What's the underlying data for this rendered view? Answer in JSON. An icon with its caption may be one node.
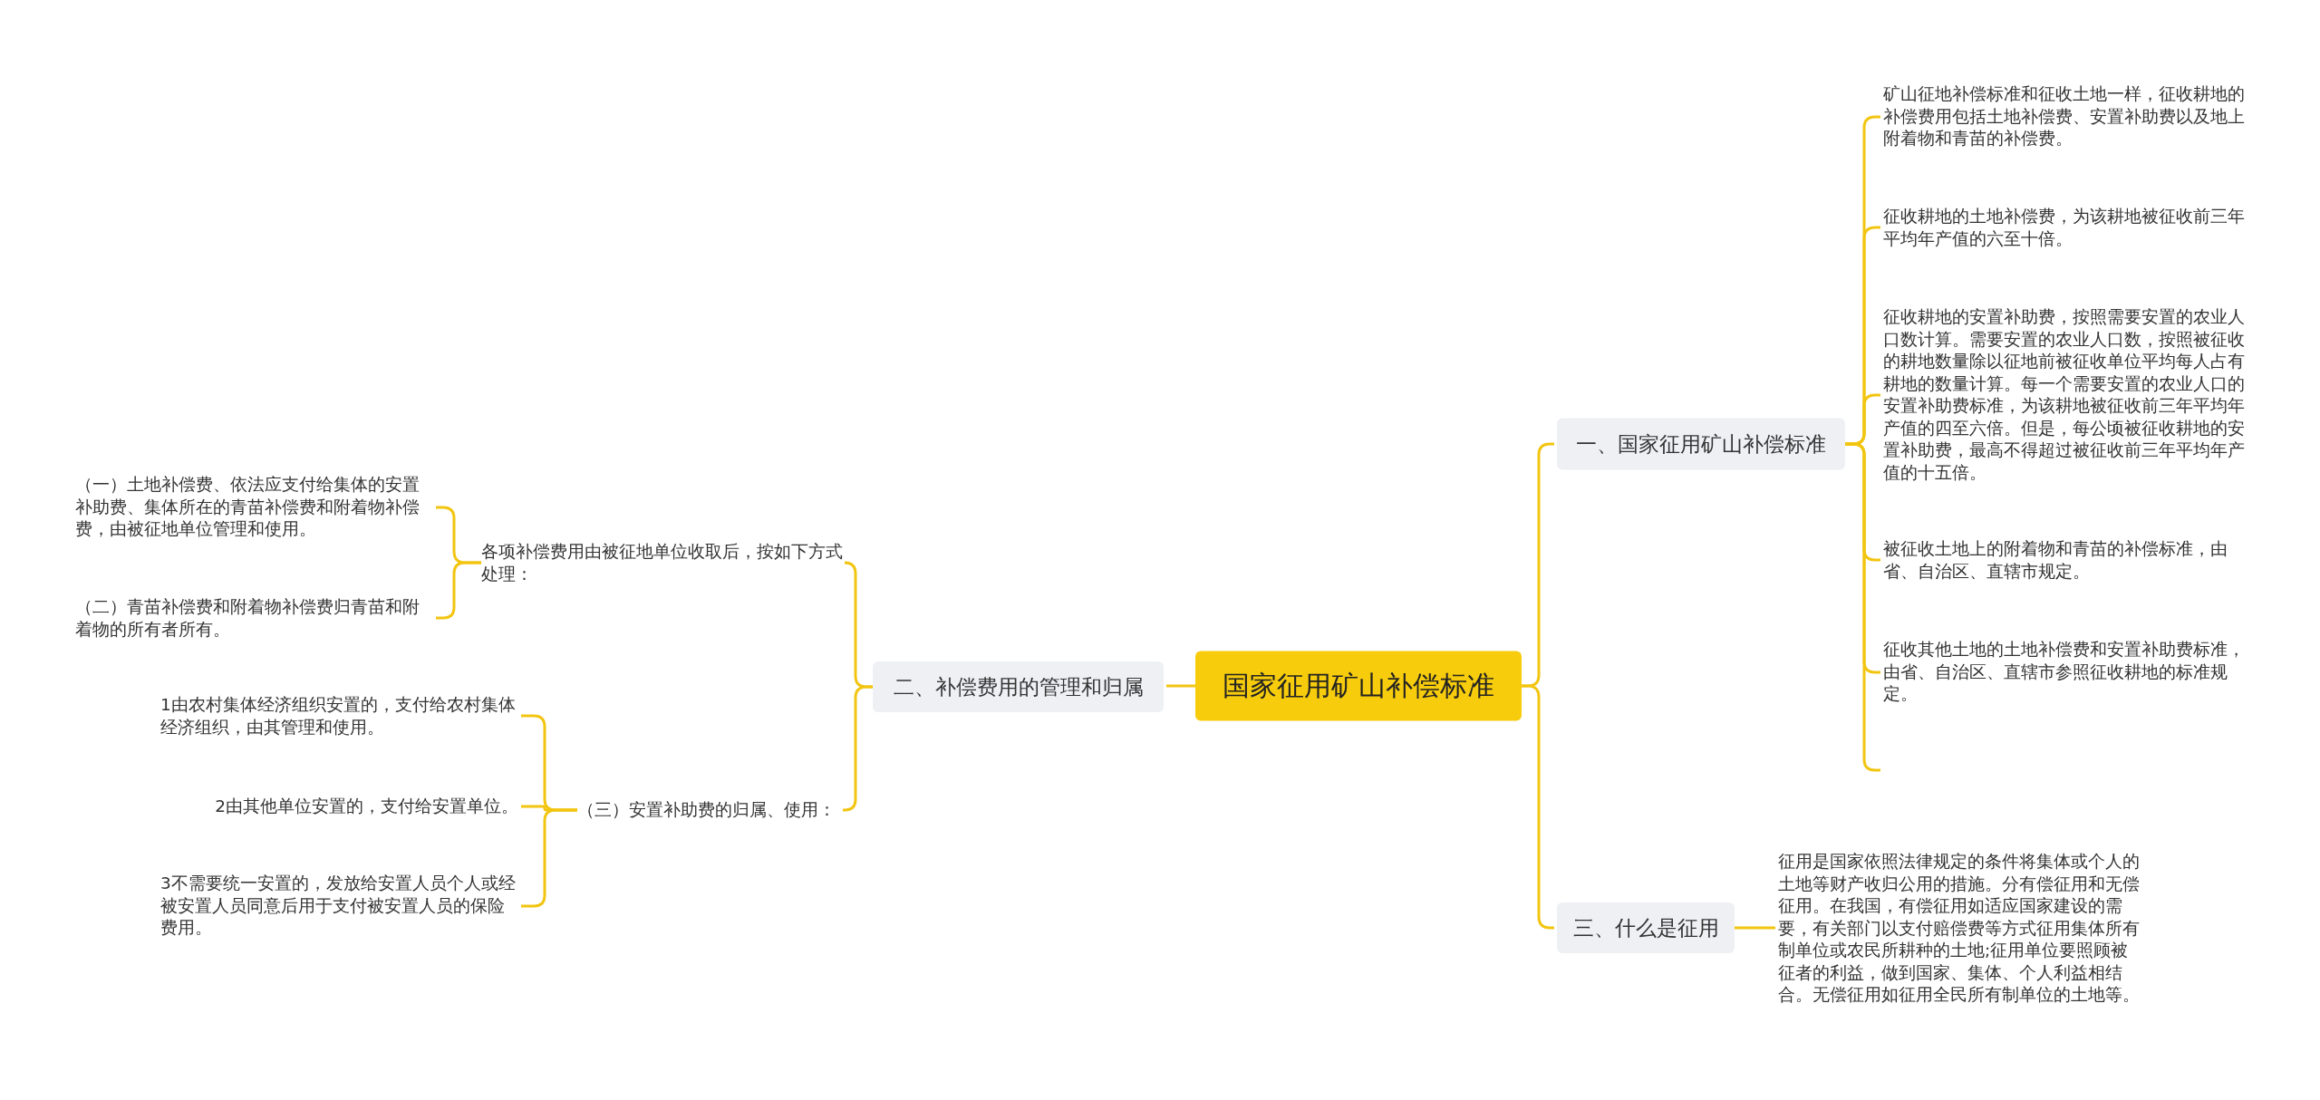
{
  "diagram": {
    "nodes": [
      {
        "text": [
          "国家征用矿山补偿标准"
        ]
      },
      {
        "text": [
          "一、国家征用矿山补偿标准"
        ]
      },
      {
        "text": [
          "矿山征地补偿标准和征收土地一样，征收耕地的补偿费用包括土地补偿费、安置补助费以及地上附着物和青苗的补偿费。"
        ]
      },
      {
        "text": [
          "征收耕地的土地补偿费，为该耕地被征收前三年平均年产值的六至十倍。"
        ]
      },
      {
        "text": [
          "征收耕地的安置补助费，按照需要安置的农业人口数计算。需要安置的农业人口数，按照被征收的耕地数量除以征地前被征收单位平均每人占有耕地的数量计算。每一个需要安置的农业人口的安置补助费标准，为该耕地被征收前三年平均年产值的四至六倍。但是，每公顷被征收耕地的安置补助费，最高不得超过被征收前三年平均年产值的十五倍。"
        ]
      },
      {
        "text": [
          "被征收土地上的附着物和青苗的补偿标准，由省、自治区、直辖市规定。"
        ]
      },
      {
        "text": [
          "征收其他土地的土地补偿费和安置补助费标准，由省、自治区、直辖市参照征收耕地的标准规定。"
        ]
      },
      {
        "text": [
          "二、补偿费用的管理和归属"
        ]
      },
      {
        "text": [
          "各项补偿费用由被征地单位收取后，按如下方式处理："
        ]
      },
      {
        "text": [
          "（一）土地补偿费、依法应支付给集体的安置补助费、集体所在的青苗补偿费和附着物补偿费，由被征地单位管理和使用。"
        ]
      },
      {
        "text": [
          "（二）青苗补偿费和附着物补偿费归青苗和附着物的所有者所有。"
        ]
      },
      {
        "text": [
          "（三）安置补助费的归属、使用："
        ]
      },
      {
        "text": [
          "1由农村集体经济组织安置的，支付给农村集体经济组织，由其管理和使用。"
        ]
      },
      {
        "text": [
          "2由其他单位安置的，支付给安置单位。"
        ]
      },
      {
        "text": [
          "3不需要统一安置的，发放给安置人员个人或经被安置人员同意后用于支付被安置人员的保险费用。"
        ]
      },
      {
        "text": [
          "三、什么是征用"
        ]
      },
      {
        "text": [
          "征用是国家依照法律规定的条件将集体或个人的土地等财产收归公用的措施。分有偿征用和无偿征用。在我国，有偿征用如适应国家建设的需要，有关部门以支付赔偿费等方式征用集体所有制单位或农民所耕种的土地;征用单位要照顾被征者的利益，做到国家、集体、个人利益相结合。无偿征用如征用全民所有制单位的土地等。"
        ]
      }
    ],
    "edges": [
      {
        "from": 0,
        "to": 1,
        "arrow": "none"
      },
      {
        "from": 1,
        "to": 2,
        "arrow": "none"
      },
      {
        "from": 1,
        "to": 3,
        "arrow": "none"
      },
      {
        "from": 1,
        "to": 4,
        "arrow": "none"
      },
      {
        "from": 1,
        "to": 5,
        "arrow": "none"
      },
      {
        "from": 1,
        "to": 6,
        "arrow": "none"
      },
      {
        "from": 0,
        "to": 7,
        "arrow": "none"
      },
      {
        "from": 7,
        "to": 8,
        "arrow": "none"
      },
      {
        "from": 8,
        "to": 9,
        "arrow": "none"
      },
      {
        "from": 8,
        "to": 10,
        "arrow": "none"
      },
      {
        "from": 7,
        "to": 11,
        "arrow": "none"
      },
      {
        "from": 11,
        "to": 12,
        "arrow": "none"
      },
      {
        "from": 11,
        "to": 13,
        "arrow": "none"
      },
      {
        "from": 11,
        "to": 14,
        "arrow": "none"
      },
      {
        "from": 0,
        "to": 15,
        "arrow": "none"
      },
      {
        "from": 15,
        "to": 16,
        "arrow": "none"
      }
    ]
  }
}
